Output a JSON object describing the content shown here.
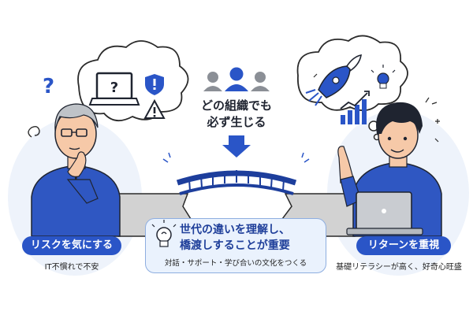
{
  "center": {
    "line1": "どの組織でも",
    "line2": "必ず生じる"
  },
  "left": {
    "title": "リスクを気にする",
    "subtitle": "IT不慣れで不安"
  },
  "right": {
    "title": "リターンを重視",
    "subtitle": "基礎リテラシーが高く、好奇心旺盛"
  },
  "message": {
    "line1": "世代の違いを理解し、",
    "line2": "橋渡しすることが重要",
    "subtitle": "対話・サポート・学び合いの文化をつくる"
  },
  "laptop_screen_symbol": "?",
  "question_mark": "?",
  "colors": {
    "accent_blue": "#2a55c7",
    "dark_text": "#1f2430",
    "cliff_gray": "#cfcfcf",
    "bg_glow": "#e9f0fb"
  },
  "icons": [
    "people-group-icon",
    "arrow-down-icon",
    "bridge-icon",
    "question-mark-icon",
    "laptop-icon",
    "shield-alert-icon",
    "warning-icon",
    "rocket-icon",
    "lightbulb-icon",
    "bar-chart-icon",
    "older-man-figure",
    "young-man-figure"
  ]
}
